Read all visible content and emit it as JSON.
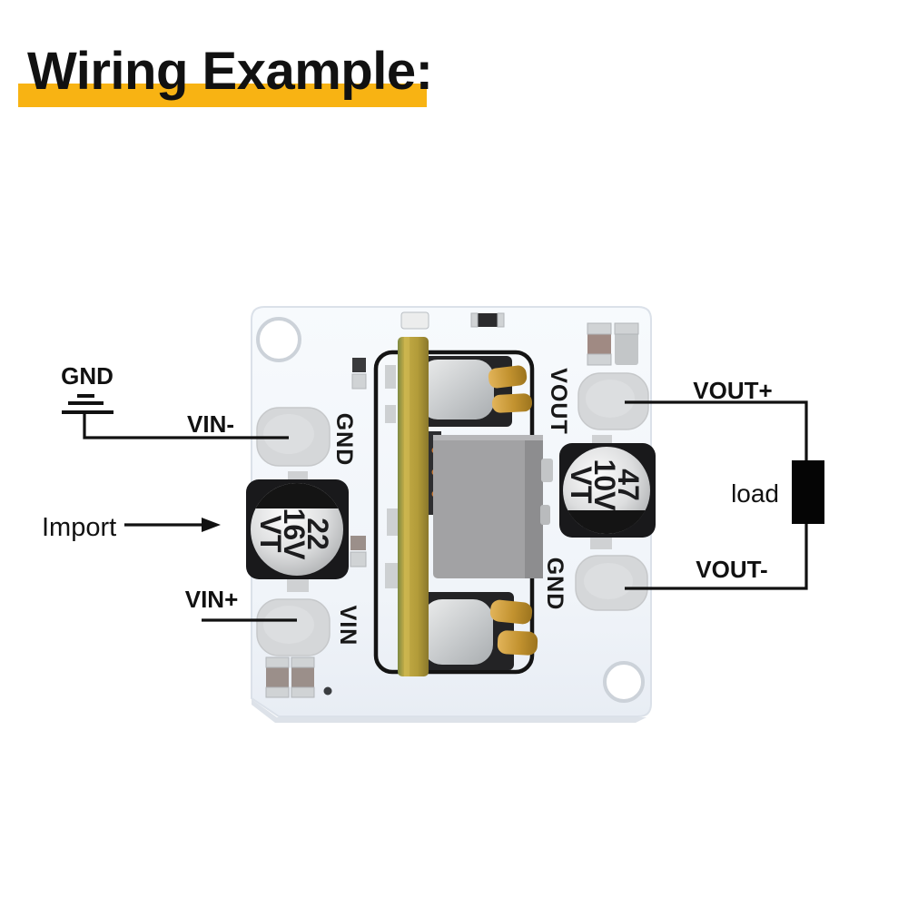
{
  "title": {
    "text": "Wiring Example:",
    "highlight_color": "#F8B313"
  },
  "annotations": {
    "gnd": "GND",
    "vin_minus": "VIN-",
    "import": "Import",
    "vin_plus": "VIN+",
    "vout_plus": "VOUT+",
    "load": "load",
    "vout_minus": "VOUT-"
  },
  "board": {
    "silkscreen": {
      "gnd_left": "GND",
      "vin": "VIN",
      "vout": "VOUT",
      "gnd_right": "GND"
    },
    "input_capacitor": {
      "lines": [
        "22",
        "16V",
        "VT"
      ]
    },
    "output_capacitor": {
      "lines": [
        "47",
        "10V",
        "VT"
      ]
    },
    "colors": {
      "pcb": "#f3f7fb",
      "silkscreen": "#181818",
      "pad": "#d5d7d9",
      "daughterboard_edge": "#b9a23d",
      "inductor": "#a2a2a4",
      "wire": "#111111"
    }
  }
}
